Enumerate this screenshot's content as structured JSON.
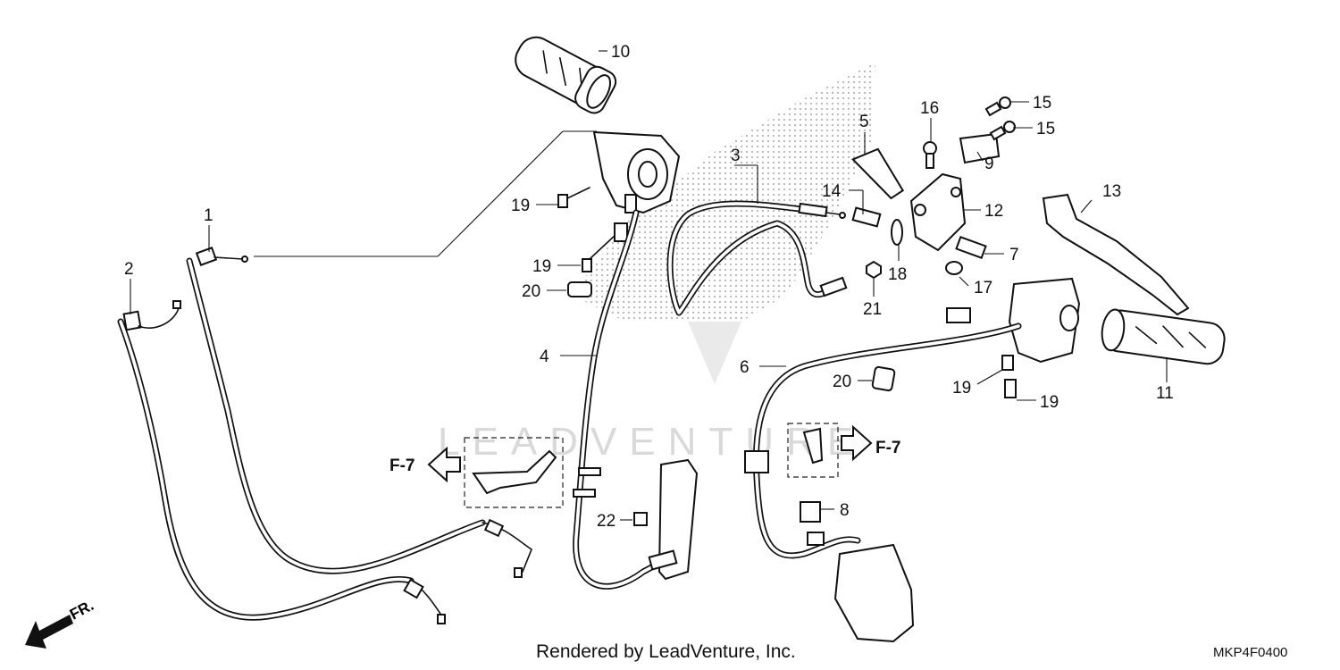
{
  "diagram": {
    "code": "MKP4F0400",
    "credit": "Rendered by LeadVenture, Inc.",
    "watermark": "LEADVENTURE",
    "direction_label": "FR.",
    "ref_labels": [
      "F-7",
      "F-7"
    ],
    "part_numbers": {
      "p1": "1",
      "p2": "2",
      "p3": "3",
      "p4": "4",
      "p5": "5",
      "p6": "6",
      "p7": "7",
      "p8": "8",
      "p9": "9",
      "p10": "10",
      "p11": "11",
      "p12": "12",
      "p13": "13",
      "p14": "14",
      "p15a": "15",
      "p15b": "15",
      "p16": "16",
      "p17": "17",
      "p18": "18",
      "p19a": "19",
      "p19b": "19",
      "p19c": "19",
      "p19d": "19",
      "p20a": "20",
      "p20b": "20",
      "p21": "21",
      "p22": "22"
    }
  }
}
